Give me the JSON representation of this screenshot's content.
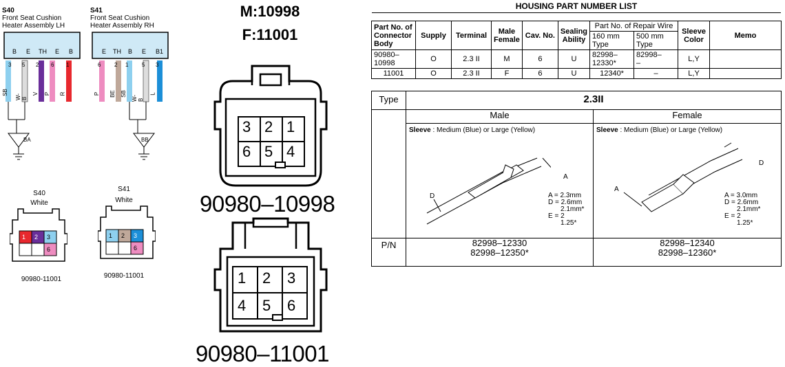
{
  "s40": {
    "id": "S40",
    "name_line1": "Front Seat Cushion",
    "name_line2": "Heater Assembly LH",
    "pins": [
      "B",
      "E",
      "TH",
      "E",
      "B"
    ],
    "pin_nums": [
      "3",
      "5",
      "2",
      "6",
      "1"
    ],
    "wires": [
      "SB",
      "W-B",
      "V",
      "P",
      "R"
    ],
    "ground": "BA"
  },
  "s41": {
    "id": "S41",
    "name_line1": "Front Seat Cushion",
    "name_line2": "Heater Assembly RH",
    "pins": [
      "E",
      "TH",
      "B",
      "E",
      "B1"
    ],
    "pin_nums": [
      "6",
      "2",
      "1",
      "5",
      "3"
    ],
    "wires": [
      "P",
      "BE",
      "SB",
      "W-B",
      "L"
    ],
    "ground": "BB"
  },
  "conn_s40": {
    "id": "S40",
    "color": "White",
    "part": "90980-11001",
    "cells": [
      "1",
      "2",
      "3",
      "6"
    ]
  },
  "conn_s41": {
    "id": "S41",
    "color": "White",
    "part": "90980-11001",
    "cells": [
      "1",
      "2",
      "3",
      "6"
    ]
  },
  "center": {
    "m_label": "M:10998",
    "f_label": "F:11001",
    "male_cells": [
      "3",
      "2",
      "1",
      "6",
      "5",
      "4"
    ],
    "male_part": "90980–10998",
    "female_cells": [
      "1",
      "2",
      "3",
      "4",
      "5",
      "6"
    ],
    "female_part": "90980–11001"
  },
  "housing": {
    "title": "HOUSING PART NUMBER LIST",
    "headers": {
      "part": "Part No. of Connector Body",
      "supply": "Supply",
      "terminal": "Terminal",
      "mf": "Male Female",
      "cav": "Cav. No.",
      "seal": "Sealing Ability",
      "repair": "Part No. of Repair Wire",
      "r160": "160 mm Type",
      "r500": "500 mm Type",
      "sleeve": "Sleeve Color",
      "memo": "Memo"
    },
    "rows": [
      {
        "part": "90980–10998",
        "supply": "O",
        "terminal": "2.3 II",
        "mf": "M",
        "cav": "6",
        "seal": "U",
        "r160": "82998–12330*",
        "r500": "82998–\n–",
        "sleeve": "L,Y",
        "memo": ""
      },
      {
        "part": "11001",
        "supply": "O",
        "terminal": "2.3 II",
        "mf": "F",
        "cav": "6",
        "seal": "U",
        "r160": "12340*",
        "r500": "–",
        "sleeve": "L,Y",
        "memo": ""
      }
    ]
  },
  "terminal_table": {
    "type_label": "Type",
    "type_value": "2.3II",
    "male_head": "Male",
    "female_head": "Female",
    "sleeve_label": "Sleeve",
    "sleeve_text": ": Medium (Blue) or Large (Yellow)",
    "male_dims": [
      "A = 2.3mm",
      "D = 2.6mm",
      "2.1mm*",
      "E = 2",
      "1.25*"
    ],
    "female_dims": [
      "A = 3.0mm",
      "D = 2.6mm",
      "2.1mm*",
      "E = 2",
      "1.25*"
    ],
    "pn_label": "P/N",
    "male_pn": [
      "82998–12330",
      "82998–12350*"
    ],
    "female_pn": [
      "82998–12340",
      "82998–12360*"
    ]
  }
}
